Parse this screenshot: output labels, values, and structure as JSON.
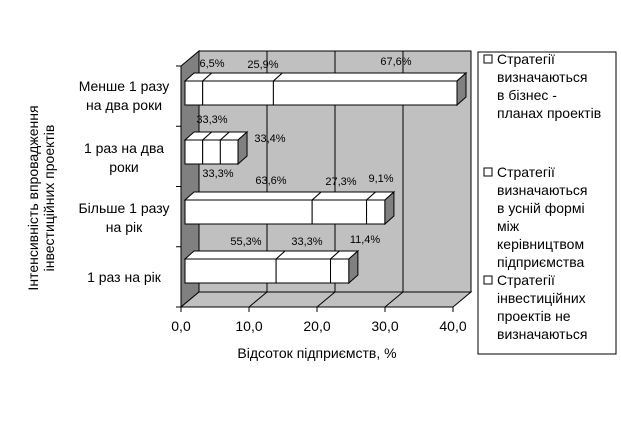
{
  "chart_data": {
    "type": "bar",
    "orientation": "horizontal",
    "stacked": true,
    "style_3d": true,
    "categories": [
      "Менше 1 разу на два роки",
      "1 раз на два роки",
      "Більше 1 разу на рік",
      "1 раз на рік"
    ],
    "series": [
      {
        "name": "Стратегії визначаються в бізнес - планах проектів",
        "values": [
          2.6,
          2.6,
          18.7,
          13.4
        ],
        "labels": [
          "6,5%",
          "33,3%",
          "63,6%",
          "55,3%"
        ]
      },
      {
        "name": "Стратегії визначаються в усній формі між керівництвом підприємства",
        "values": [
          10.4,
          2.6,
          8.0,
          8.0
        ],
        "labels": [
          "25,9%",
          "33,4%",
          "27,3%",
          "33,3%"
        ]
      },
      {
        "name": "Стратегії інвестиційних проектів не визначаються",
        "values": [
          27.0,
          2.6,
          2.7,
          2.7
        ],
        "labels": [
          "67,6%",
          "33,3%",
          "9,1%",
          "11,4%"
        ]
      }
    ],
    "xlabel": "Відсоток підприємств, %",
    "ylabel": "Інтенсивність впровадження інвестиційних проектів",
    "xlim": [
      0,
      40
    ],
    "xticks": [
      "0,0",
      "10,0",
      "20,0",
      "30,0",
      "40,0"
    ],
    "grid": true,
    "legend_position": "right",
    "colors": {
      "bar_fill": "#ffffff",
      "wall": "#c0c0c0",
      "wall_side": "#808080",
      "floor": "#c0c0c0",
      "grid": "#000000"
    }
  }
}
